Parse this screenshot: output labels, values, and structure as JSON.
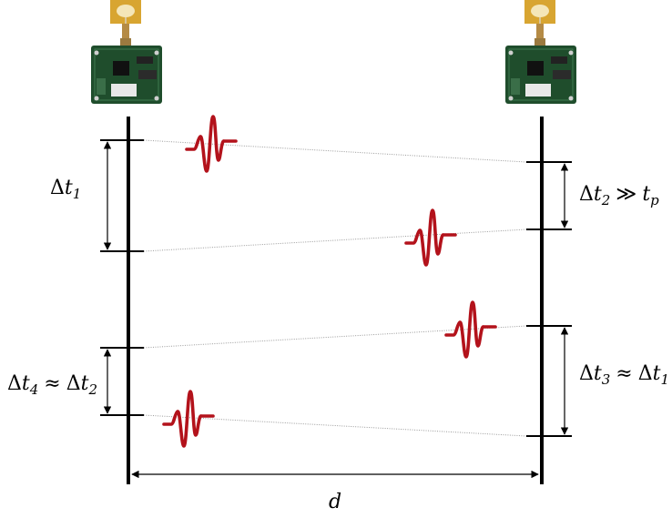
{
  "labels": {
    "dt1": {
      "sym": "Δ",
      "var": "t",
      "sub": "1"
    },
    "dt2": {
      "sym": "Δ",
      "var": "t",
      "sub": "2",
      "op": "≫",
      "rhs_var": "t",
      "rhs_sub": "p"
    },
    "dt3": {
      "sym": "Δ",
      "var": "t",
      "sub": "3",
      "op": "≈",
      "rhs_sym": "Δ",
      "rhs_var": "t",
      "rhs_sub": "1"
    },
    "dt4": {
      "sym": "Δ",
      "var": "t",
      "sub": "4",
      "op": "≈",
      "rhs_sym": "Δ",
      "rhs_var": "t",
      "rhs_sub": "2"
    },
    "distance": "d"
  },
  "colors": {
    "line": "#000000",
    "message": "#9a9a9a",
    "pulse": "#b3121b",
    "pcb": "#1f4d2c",
    "antenna": "#d8a531"
  },
  "icons": {
    "node_left": "uwb-radio-board-icon",
    "node_right": "uwb-radio-board-icon",
    "pulse": "rf-pulse-icon"
  }
}
